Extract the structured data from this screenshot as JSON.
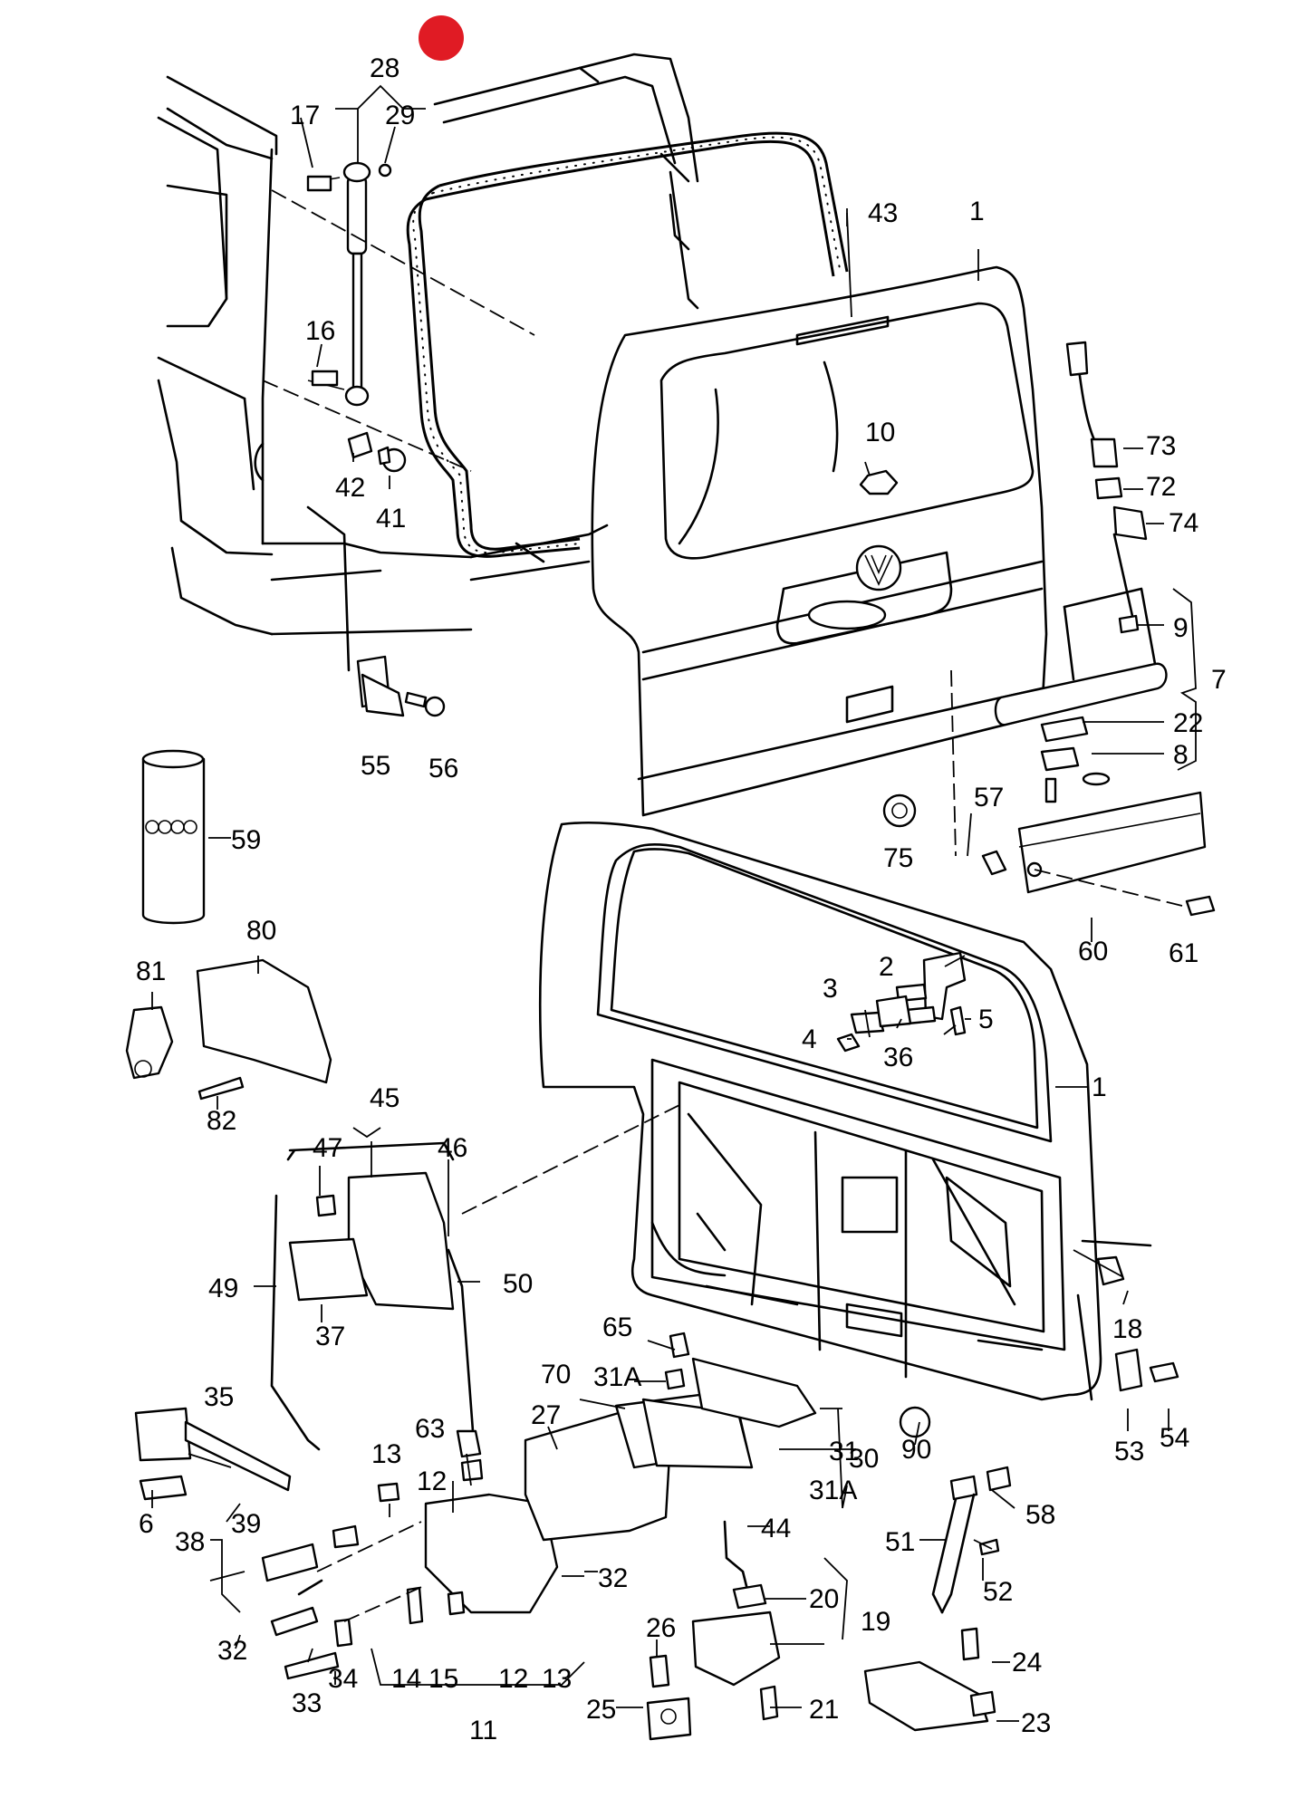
{
  "marker_color": "#e01b24",
  "callouts": [
    {
      "id": "c1a",
      "text": "1"
    },
    {
      "id": "c1b",
      "text": "1"
    },
    {
      "id": "c2",
      "text": "2"
    },
    {
      "id": "c3",
      "text": "3"
    },
    {
      "id": "c4",
      "text": "4"
    },
    {
      "id": "c5",
      "text": "5"
    },
    {
      "id": "c6",
      "text": "6"
    },
    {
      "id": "c7",
      "text": "7"
    },
    {
      "id": "c8",
      "text": "8"
    },
    {
      "id": "c9",
      "text": "9"
    },
    {
      "id": "c10",
      "text": "10"
    },
    {
      "id": "c11",
      "text": "11"
    },
    {
      "id": "c12a",
      "text": "12"
    },
    {
      "id": "c12b",
      "text": "12"
    },
    {
      "id": "c13a",
      "text": "13"
    },
    {
      "id": "c13b",
      "text": "13"
    },
    {
      "id": "c14",
      "text": "14"
    },
    {
      "id": "c15",
      "text": "15"
    },
    {
      "id": "c16",
      "text": "16"
    },
    {
      "id": "c17",
      "text": "17"
    },
    {
      "id": "c18",
      "text": "18"
    },
    {
      "id": "c19",
      "text": "19"
    },
    {
      "id": "c20",
      "text": "20"
    },
    {
      "id": "c21",
      "text": "21"
    },
    {
      "id": "c22",
      "text": "22"
    },
    {
      "id": "c23",
      "text": "23"
    },
    {
      "id": "c24",
      "text": "24"
    },
    {
      "id": "c25",
      "text": "25"
    },
    {
      "id": "c26",
      "text": "26"
    },
    {
      "id": "c27",
      "text": "27"
    },
    {
      "id": "c28",
      "text": "28"
    },
    {
      "id": "c29",
      "text": "29"
    },
    {
      "id": "c30",
      "text": "30"
    },
    {
      "id": "c31a",
      "text": "31A"
    },
    {
      "id": "c31",
      "text": "31"
    },
    {
      "id": "c31b",
      "text": "31A"
    },
    {
      "id": "c32a",
      "text": "32"
    },
    {
      "id": "c32b",
      "text": "32"
    },
    {
      "id": "c33",
      "text": "33"
    },
    {
      "id": "c34",
      "text": "34"
    },
    {
      "id": "c35",
      "text": "35"
    },
    {
      "id": "c36",
      "text": "36"
    },
    {
      "id": "c37",
      "text": "37"
    },
    {
      "id": "c38",
      "text": "38"
    },
    {
      "id": "c39",
      "text": "39"
    },
    {
      "id": "c41",
      "text": "41"
    },
    {
      "id": "c42",
      "text": "42"
    },
    {
      "id": "c43",
      "text": "43"
    },
    {
      "id": "c44",
      "text": "44"
    },
    {
      "id": "c45",
      "text": "45"
    },
    {
      "id": "c46",
      "text": "46"
    },
    {
      "id": "c47",
      "text": "47"
    },
    {
      "id": "c49",
      "text": "49"
    },
    {
      "id": "c50",
      "text": "50"
    },
    {
      "id": "c51",
      "text": "51"
    },
    {
      "id": "c52",
      "text": "52"
    },
    {
      "id": "c53",
      "text": "53"
    },
    {
      "id": "c54",
      "text": "54"
    },
    {
      "id": "c55",
      "text": "55"
    },
    {
      "id": "c56",
      "text": "56"
    },
    {
      "id": "c57",
      "text": "57"
    },
    {
      "id": "c58",
      "text": "58"
    },
    {
      "id": "c59",
      "text": "59"
    },
    {
      "id": "c60",
      "text": "60"
    },
    {
      "id": "c61",
      "text": "61"
    },
    {
      "id": "c63",
      "text": "63"
    },
    {
      "id": "c65",
      "text": "65"
    },
    {
      "id": "c70",
      "text": "70"
    },
    {
      "id": "c72",
      "text": "72"
    },
    {
      "id": "c73",
      "text": "73"
    },
    {
      "id": "c74",
      "text": "74"
    },
    {
      "id": "c75",
      "text": "75"
    },
    {
      "id": "c80",
      "text": "80"
    },
    {
      "id": "c81",
      "text": "81"
    },
    {
      "id": "c82",
      "text": "82"
    },
    {
      "id": "c90",
      "text": "90"
    }
  ]
}
